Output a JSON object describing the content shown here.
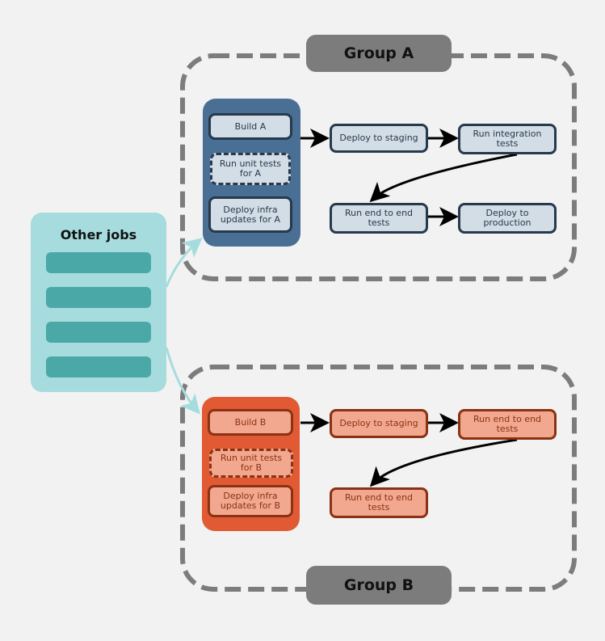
{
  "other_jobs": {
    "title": "Other jobs",
    "bar_count": 4,
    "fill_color": "#a6dcdd",
    "bar_color": "#4aa9a6"
  },
  "group_a": {
    "label": "Group A",
    "panel_color": "#4a6f94",
    "node_fill": "#d3dde6",
    "node_border": "#26394d",
    "panel_nodes": [
      {
        "label": "Build A",
        "dashed": false
      },
      {
        "label": "Run unit tests for A",
        "dashed": true
      },
      {
        "label": "Deploy infra updates for A",
        "dashed": false
      }
    ],
    "pipeline": [
      {
        "label": "Deploy to staging"
      },
      {
        "label": "Run integration tests"
      },
      {
        "label": "Run end to end tests"
      },
      {
        "label": "Deploy to production"
      }
    ]
  },
  "group_b": {
    "label": "Group B",
    "panel_color": "#e15a34",
    "node_fill": "#f2a88e",
    "node_border": "#8b3214",
    "panel_nodes": [
      {
        "label": "Build B",
        "dashed": false
      },
      {
        "label": "Run unit tests for B",
        "dashed": true
      },
      {
        "label": "Deploy infra updates for B",
        "dashed": false
      }
    ],
    "pipeline": [
      {
        "label": "Deploy to staging"
      },
      {
        "label": "Run end to end tests"
      },
      {
        "label": "Run end to end tests"
      }
    ]
  },
  "edges": [
    {
      "from": "Other jobs",
      "to": "Group A"
    },
    {
      "from": "Other jobs",
      "to": "Group B"
    },
    {
      "from": "Build A",
      "to": "Deploy to staging"
    },
    {
      "from": "Deploy to staging",
      "to": "Run integration tests"
    },
    {
      "from": "Run integration tests",
      "to": "Run end to end tests"
    },
    {
      "from": "Run end to end tests",
      "to": "Deploy to production"
    },
    {
      "from": "Build B",
      "to": "Deploy to staging"
    },
    {
      "from": "Deploy to staging",
      "to": "Run end to end tests"
    },
    {
      "from": "Run end to end tests",
      "to": "Run end to end tests"
    }
  ]
}
